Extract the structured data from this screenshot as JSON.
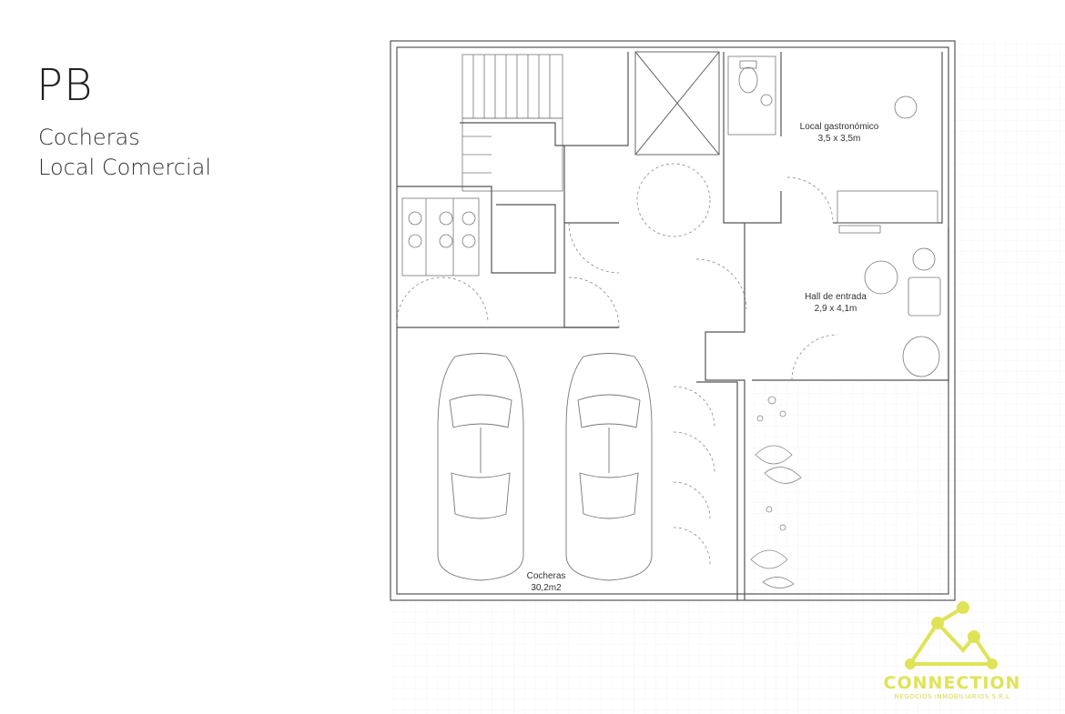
{
  "title": "PB",
  "subtitle_lines": [
    "Cocheras",
    "Local Comercial"
  ],
  "rooms": [
    {
      "name": "Local gastronómico",
      "area": "3,5 x 3,5m"
    },
    {
      "name": "Hall de entrada",
      "area": "2,9 x 4,1m"
    },
    {
      "name": "Cocheras",
      "area": "30,2m2"
    }
  ],
  "logo": {
    "name": "CONNECTION",
    "tagline": "NEGOCIOS INMOBILIARIOS S.R.L",
    "color": "#dfe357"
  },
  "colors": {
    "wall": "#555555",
    "grid": "#e6e6e6",
    "plants": "#8a8a8a"
  }
}
